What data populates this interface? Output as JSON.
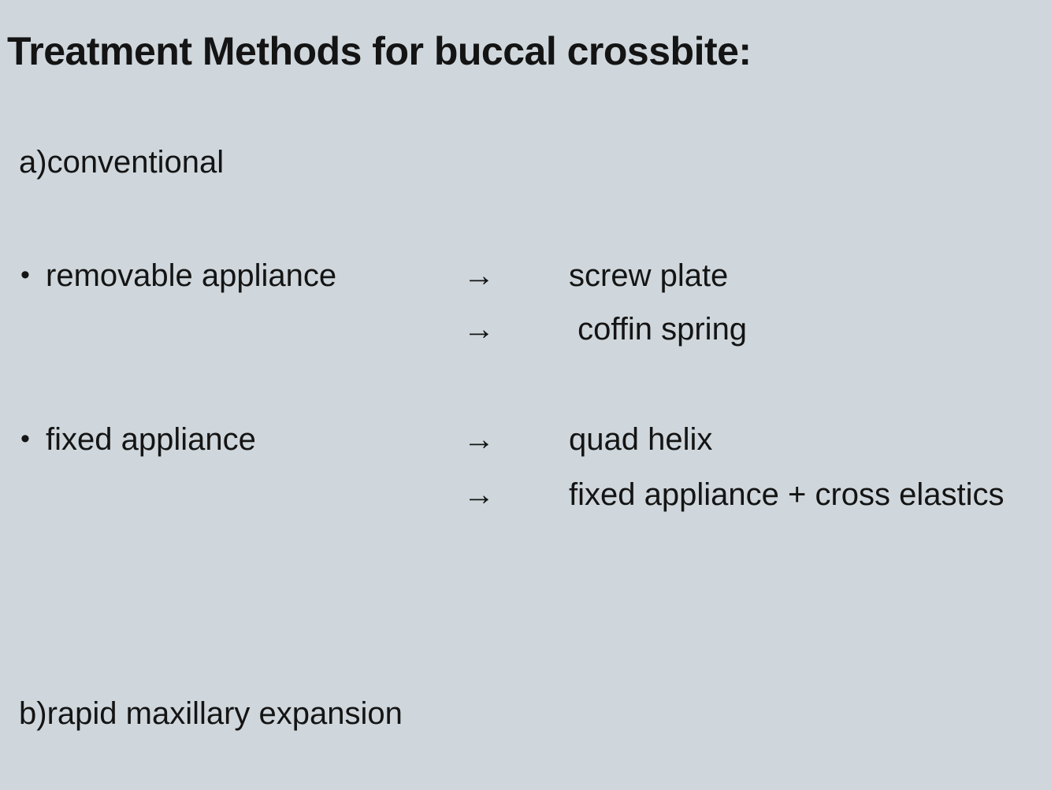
{
  "slide": {
    "background_color": "#cfd7dc",
    "text_color": "#141414",
    "title": "Treatment Methods for buccal crossbite:",
    "section_a": {
      "label": "a)conventional"
    },
    "section_b": {
      "label": "b)rapid maxillary expansion"
    },
    "rows": [
      {
        "bullet": "•",
        "left": "removable appliance",
        "arrow": "→",
        "right": "screw plate"
      },
      {
        "bullet": "",
        "left": "",
        "arrow": "→",
        "right": " coffin spring"
      },
      {
        "bullet": "•",
        "left": "fixed appliance",
        "arrow": "→",
        "right": "quad helix"
      },
      {
        "bullet": "",
        "left": "",
        "arrow": "→",
        "right": "fixed appliance + cross elastics"
      }
    ]
  }
}
